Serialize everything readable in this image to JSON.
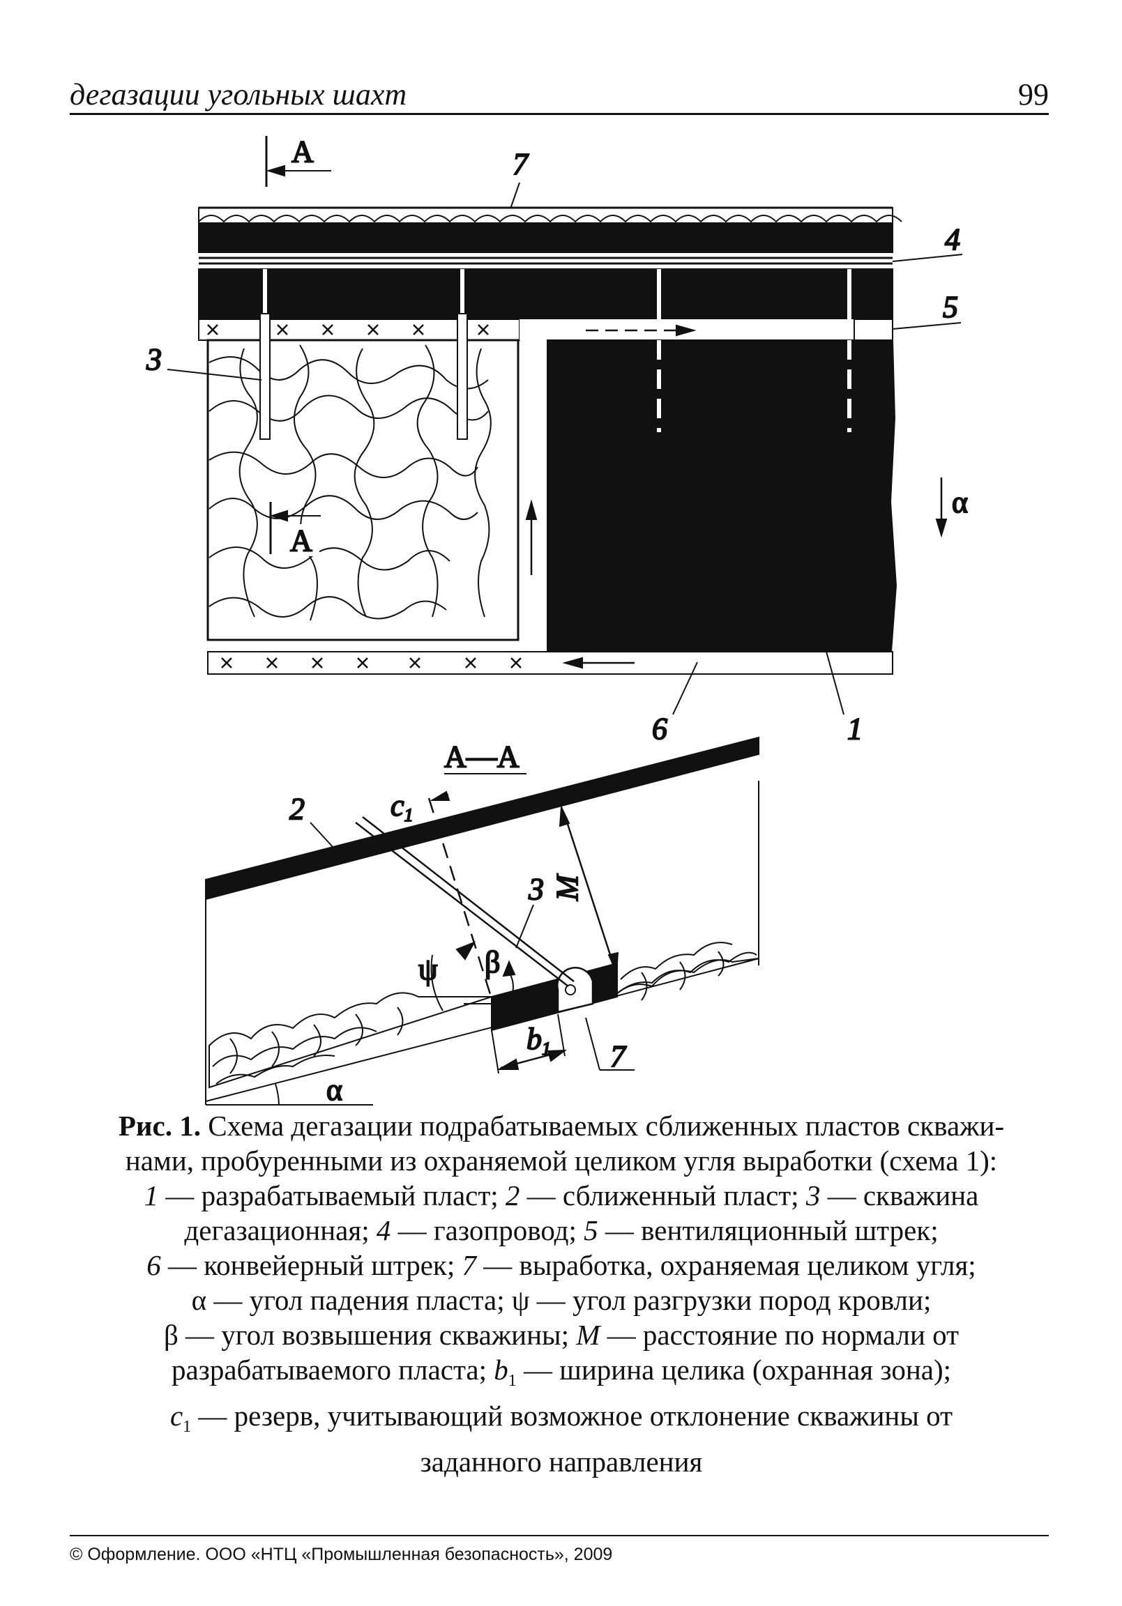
{
  "header": {
    "title": "дегазации угольных шахт",
    "page_number": "99"
  },
  "figure": {
    "plan": {
      "section_marker_top": "А",
      "section_marker_mid": "А",
      "label_7": "7",
      "label_4": "4",
      "label_5": "5",
      "label_3": "3",
      "label_6": "6",
      "label_1": "1",
      "alpha": "α"
    },
    "section": {
      "title": "А—А",
      "label_2": "2",
      "label_c1": "c",
      "label_c1_sub": "1",
      "label_3": "3",
      "label_M": "M",
      "label_psi": "ψ",
      "label_beta": "β",
      "label_b1": "b",
      "label_b1_sub": "1",
      "label_7": "7",
      "label_alpha": "α"
    }
  },
  "caption": {
    "fig_label": "Рис. 1.",
    "line1": " Схема дегазации подрабатываемых сближенных пластов скважи-",
    "line2": "нами, пробуренными из охраняемой целиком угля выработки (схема 1):",
    "n1": "1",
    "t1": " — разрабатываемый пласт; ",
    "n2": "2",
    "t2": " — сближенный пласт; ",
    "n3": "3",
    "t3": " — скважина",
    "line4": "дегазационная; ",
    "n4": "4",
    "t4": " — газопровод; ",
    "n5": "5",
    "t5": " — вентиляционный штрек;",
    "n6": "6",
    "t6": " — конвейерный штрек; ",
    "n7": "7",
    "t7": " — выработка, охраняемая целиком угля;",
    "line6": "α — угол падения пласта; ψ — угол разгрузки пород кровли;",
    "line7a": "β — угол возвышения скважины; ",
    "nM": "M",
    "line7b": " — расстояние по нормали от",
    "line8a": "разрабатываемого пласта; ",
    "nb": "b",
    "nb_sub": "1",
    "line8b": " — ширина целика (охранная зона);",
    "nc": "c",
    "nc_sub": "1",
    "line9b": " — резерв, учитывающий возможное отклонение скважины от",
    "line10": "заданного направления"
  },
  "footer": {
    "text": "© Оформление. ООО «НТЦ «Промышленная безопасность», 2009"
  }
}
